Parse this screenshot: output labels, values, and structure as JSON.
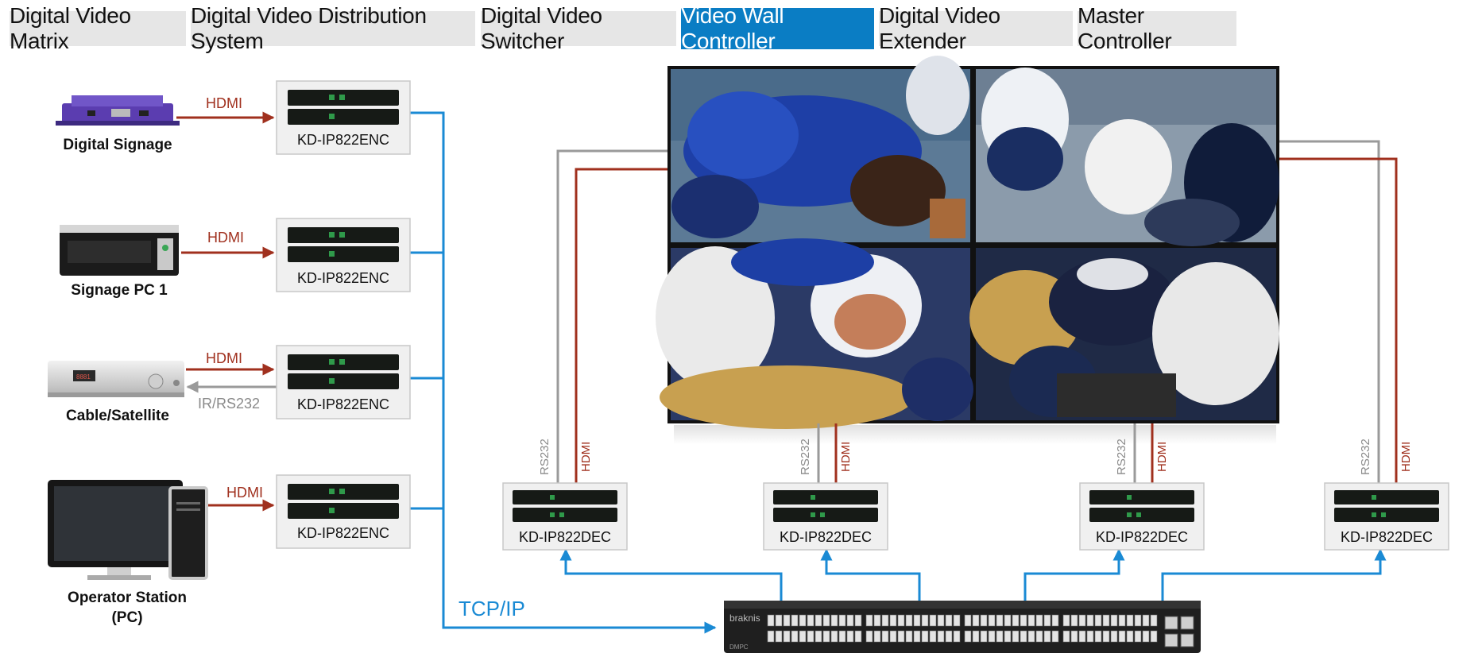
{
  "tabs": [
    {
      "label": "Digital Video Matrix",
      "active": false
    },
    {
      "label": "Digital Video Distribution System",
      "active": false
    },
    {
      "label": "Digital Video Switcher",
      "active": false
    },
    {
      "label": "Video Wall Controller",
      "active": true
    },
    {
      "label": "Digital Video Extender",
      "active": false
    },
    {
      "label": "Master Controller",
      "active": false
    }
  ],
  "sources": [
    {
      "label": "Digital Signage",
      "link": "HDMI",
      "icon": "media-player-icon"
    },
    {
      "label": "Signage PC 1",
      "link": "HDMI",
      "icon": "desktop-pc-icon"
    },
    {
      "label": "Cable/Satellite",
      "link": "HDMI",
      "return_link": "IR/RS232",
      "icon": "set-top-box-icon"
    },
    {
      "label": "Operator Station",
      "label2": "(PC)",
      "link": "HDMI",
      "icon": "workstation-icon"
    }
  ],
  "encoders": [
    "KD-IP822ENC",
    "KD-IP822ENC",
    "KD-IP822ENC",
    "KD-IP822ENC"
  ],
  "decoders": [
    {
      "label": "KD-IP822DEC",
      "rs232": "RS232",
      "hdmi": "HDMI"
    },
    {
      "label": "KD-IP822DEC",
      "rs232": "RS232",
      "hdmi": "HDMI"
    },
    {
      "label": "KD-IP822DEC",
      "rs232": "RS232",
      "hdmi": "HDMI"
    },
    {
      "label": "KD-IP822DEC",
      "rs232": "RS232",
      "hdmi": "HDMI"
    }
  ],
  "network": {
    "label": "TCP/IP",
    "switch_brand": "braknis",
    "switch_model": "DMPC"
  },
  "colors": {
    "tab_active": "#0a7dc4",
    "tab_bg": "#e6e6e6",
    "hdmi": "#a0301e",
    "network": "#1a8ad4",
    "rs232": "#9a9a9a"
  }
}
